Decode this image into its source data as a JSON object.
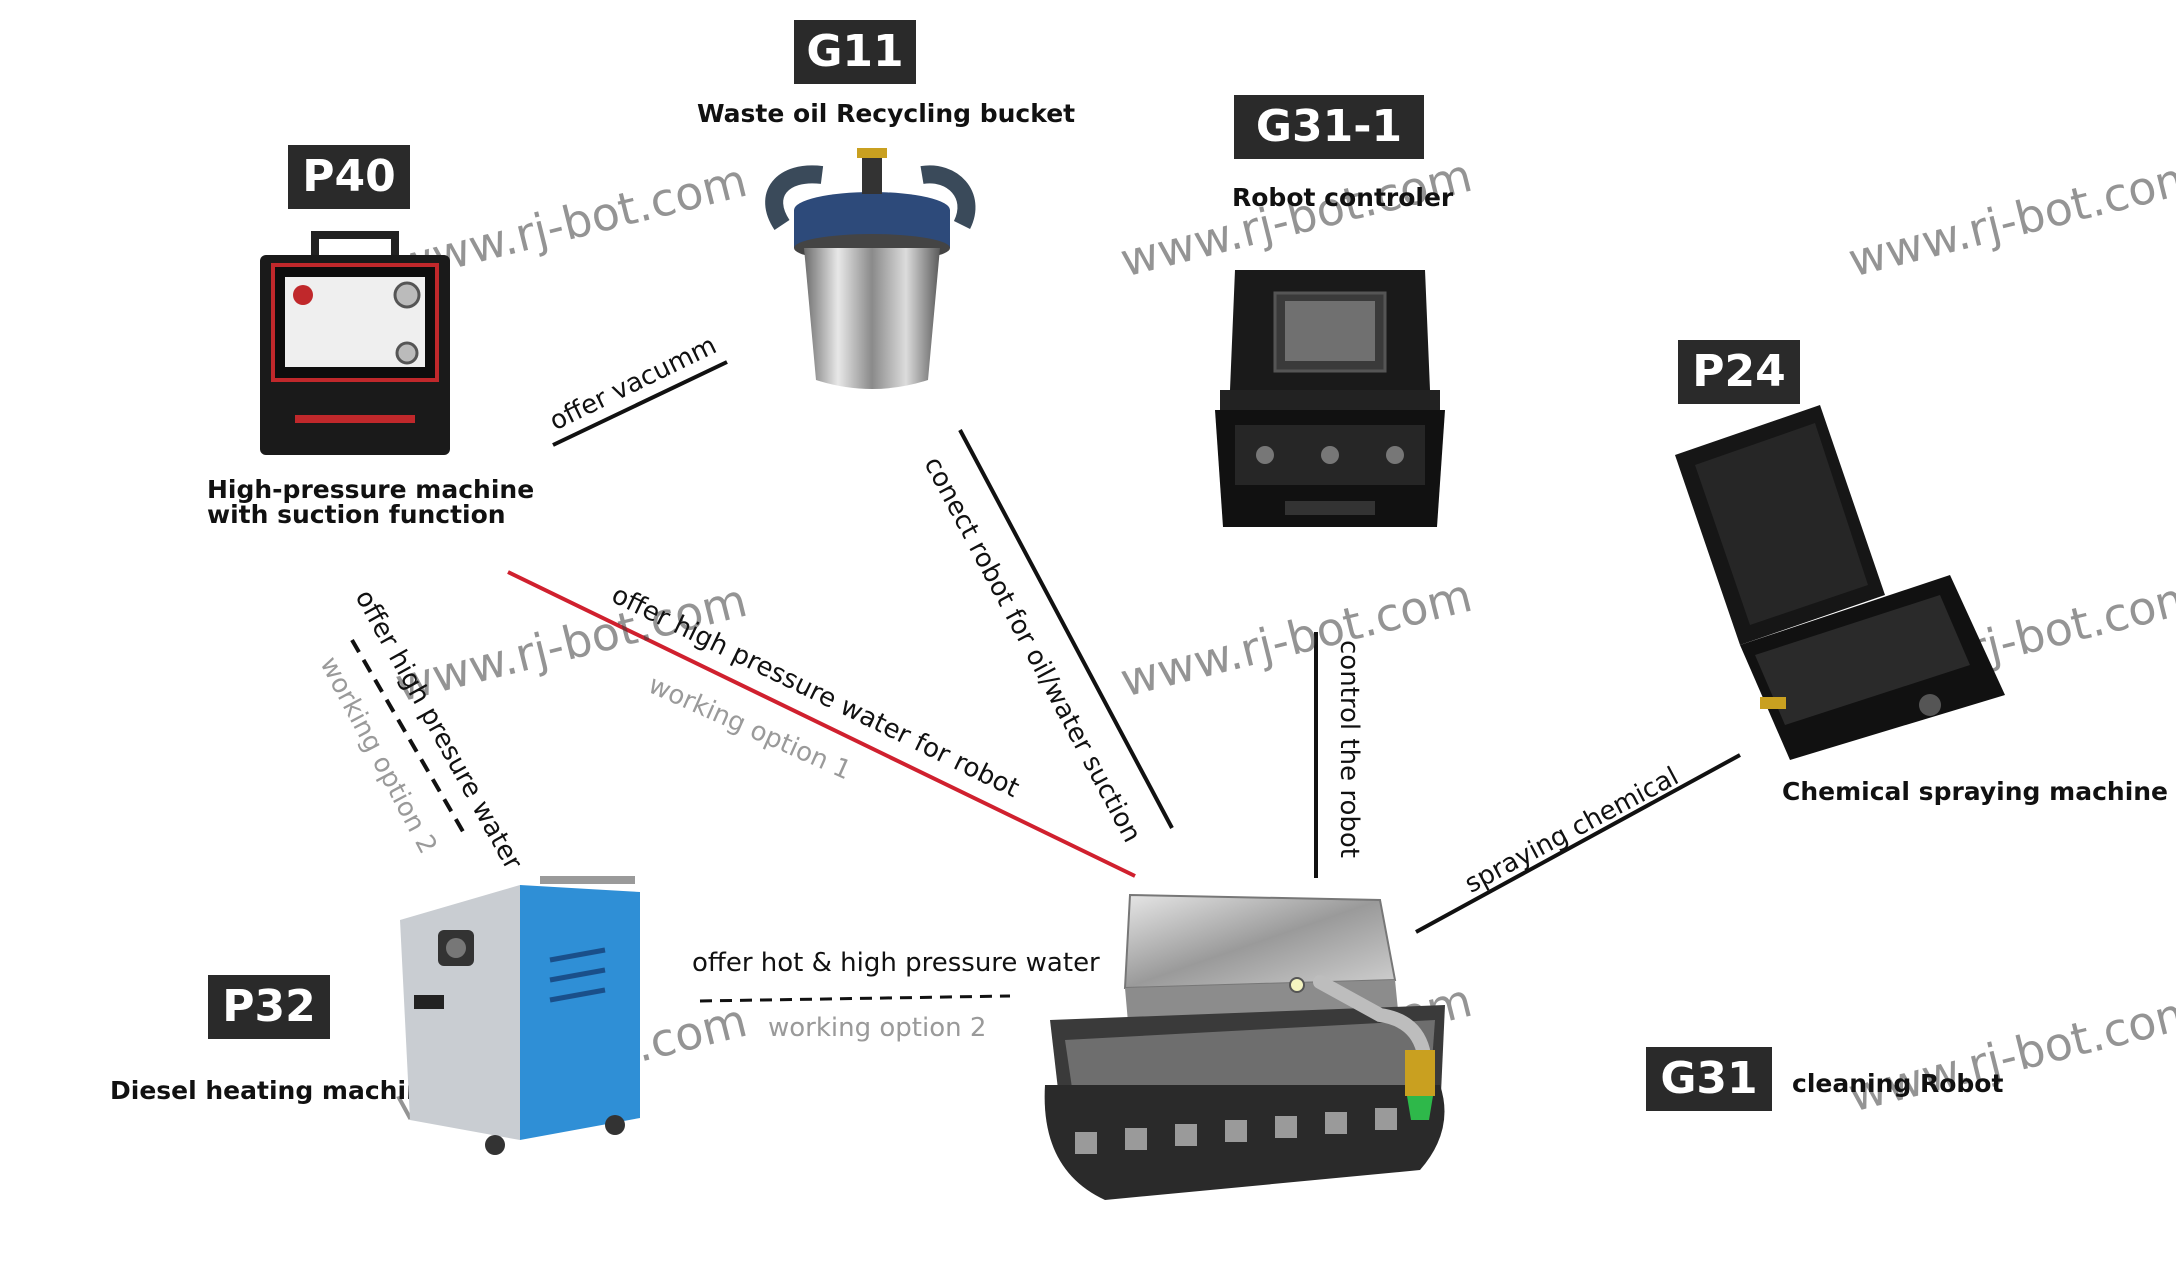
{
  "equipment": {
    "g11": {
      "code": "G11",
      "name": "Waste oil  Recycling bucket"
    },
    "g31_1": {
      "code": "G31-1",
      "name": "Robot controler"
    },
    "p40": {
      "code": "P40",
      "name_line1": "High-pressure machine",
      "name_line2": "with suction function"
    },
    "p24": {
      "code": "P24",
      "name": "Chemical spraying machine"
    },
    "p32": {
      "code": "P32",
      "name": "Diesel heating machine"
    },
    "g31": {
      "code": "G31",
      "name": "cleaning Robot"
    }
  },
  "connections": {
    "vacuum": "offer vacumm",
    "suction": "conect robot for oil/water suction",
    "control": "control the robot",
    "chemical": "spraying  chemical",
    "hp_robot": "offer high pressure water for robot",
    "hp_water": "offer high presure water",
    "hot_water": "offer hot & high pressure water"
  },
  "options": {
    "option1": "working option 1",
    "option2_vertical": "working option 2",
    "option2_horizontal": "working option 2"
  },
  "watermark": "www.rj-bot.com",
  "colors": {
    "badge_bg": "#2a2a2a",
    "badge_text": "#ffffff",
    "line_main": "#111111",
    "line_option1": "#d0202e",
    "option_text": "#9a9a9a",
    "p32_body": "#2f8fd6",
    "p40_body": "#1a1a1a",
    "p40_frame": "#c0282b"
  }
}
